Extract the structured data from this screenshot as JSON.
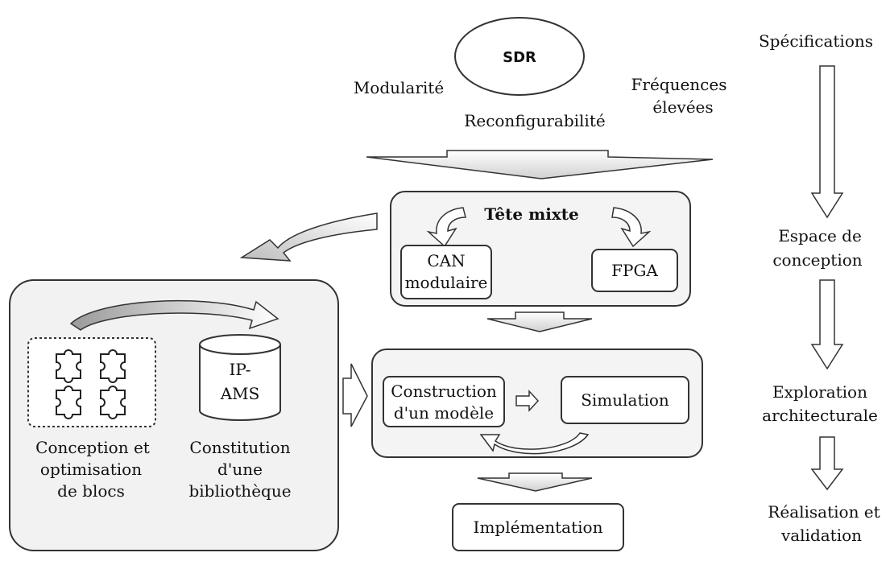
{
  "sdr": {
    "label": "SDR",
    "modularite": "Modularité",
    "frequences_line1": "Fréquences",
    "frequences_line2": "élevées",
    "reconfigurabilite": "Reconfigurabilité"
  },
  "tete_mixte": {
    "title": "Tête mixte",
    "can_line1": "CAN",
    "can_line2": "modulaire",
    "fpga": "FPGA"
  },
  "library_panel": {
    "ip_line1": "IP-",
    "ip_line2": "AMS",
    "conception_line1": "Conception et",
    "conception_line2": "optimisation",
    "conception_line3": "de blocs",
    "constitution_line1": "Constitution",
    "constitution_line2": "d'une",
    "constitution_line3": "bibliothèque"
  },
  "exploration": {
    "construction_line1": "Construction",
    "construction_line2": "d'un modèle",
    "simulation": "Simulation"
  },
  "implementation": "Implémentation",
  "flow": {
    "specifications": "Spécifications",
    "espace_line1": "Espace de",
    "espace_line2": "conception",
    "exploration_line1": "Exploration",
    "exploration_line2": "architecturale",
    "realisation_line1": "Réalisation et",
    "realisation_line2": "validation"
  },
  "colors": {
    "stroke": "#333333",
    "panel_fill": "#f2f2f2",
    "arrow_light": "#ffffff",
    "arrow_grad_dark": "#9a9a9a"
  }
}
